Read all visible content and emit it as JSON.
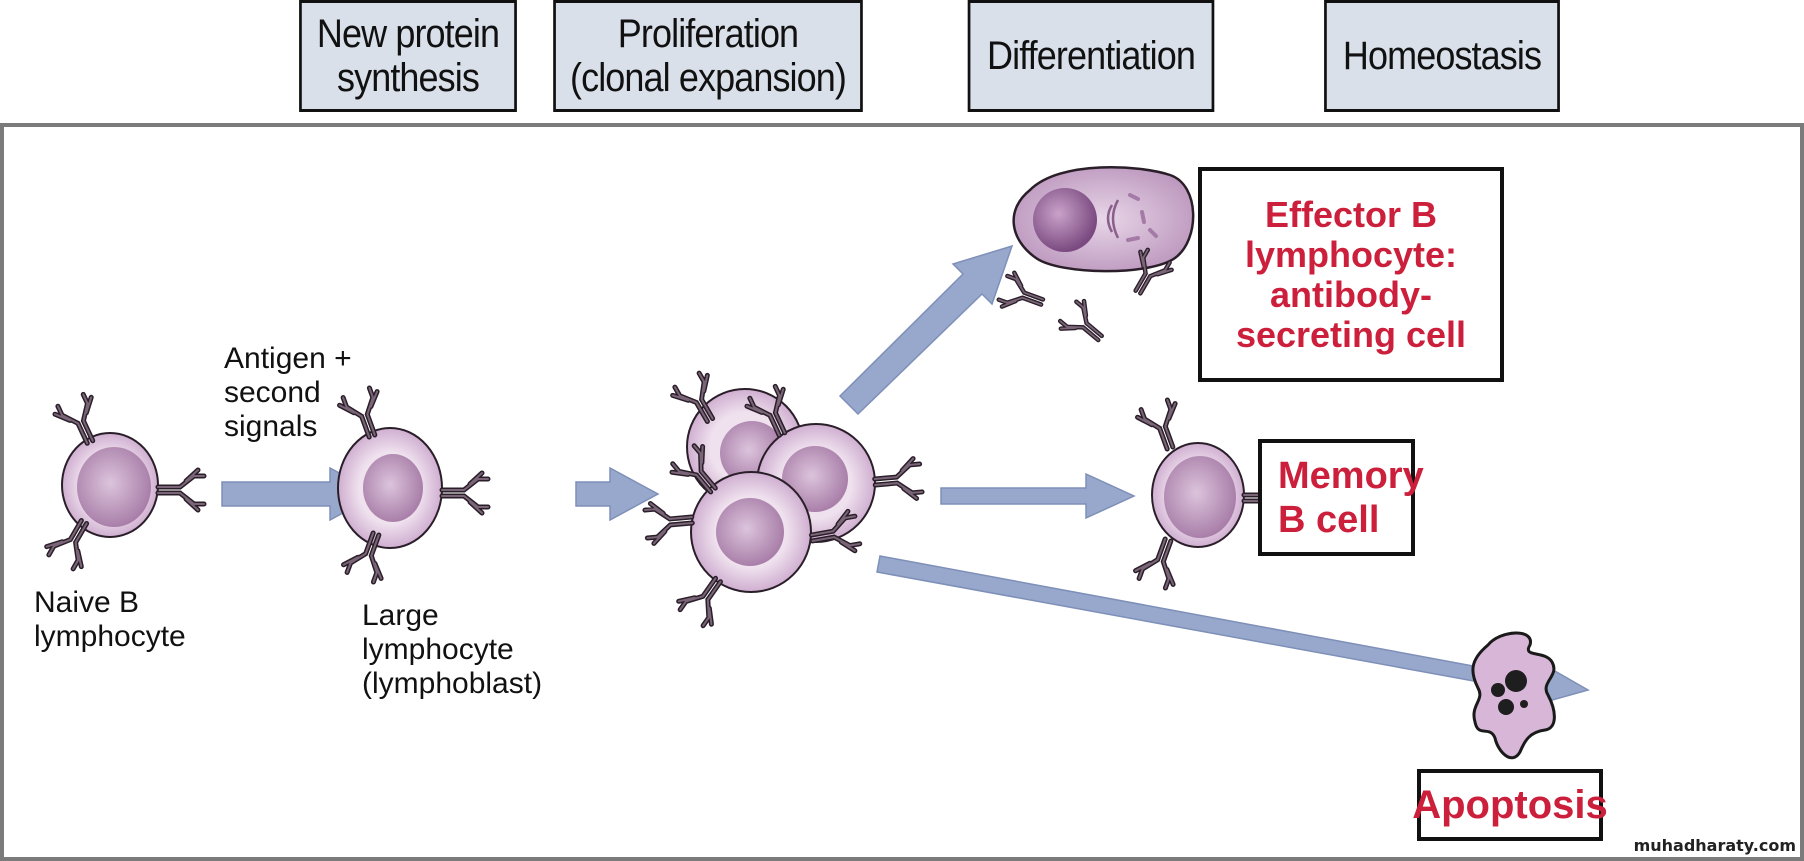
{
  "stages": [
    {
      "id": "new-protein-synthesis",
      "line1": "New protein",
      "line2": "synthesis"
    },
    {
      "id": "proliferation",
      "line1": "Proliferation",
      "line2": "(clonal expansion)"
    },
    {
      "id": "differentiation",
      "line1": "Differentiation",
      "line2": ""
    },
    {
      "id": "homeostasis",
      "line1": "Homeostasis",
      "line2": ""
    }
  ],
  "labels": {
    "naive_b": {
      "line1": "Naive B",
      "line2": "lymphocyte"
    },
    "antigen_signal": {
      "line1": "Antigen +",
      "line2": "second",
      "line3": "signals"
    },
    "large_lymphocyte": {
      "line1": "Large",
      "line2": "lymphocyte",
      "line3": "(lymphoblast)"
    }
  },
  "outcomes": {
    "effector": {
      "line1": "Effector B",
      "line2": "lymphocyte:",
      "line3": "antibody-",
      "line4": "secreting cell"
    },
    "memory": {
      "line1": "Memory",
      "line2": "B cell"
    },
    "apoptosis": {
      "line1": "Apoptosis"
    }
  },
  "watermark": "muhadharaty.com",
  "colors": {
    "stage_fill": "#d9e0ea",
    "arrow_fill": "#97a8cc",
    "outcome_text": "#cc1f3b",
    "cell_fill": "#d9bdd8",
    "nucleus_fill": "#b88fb8",
    "antibody": "#4a3a48"
  }
}
